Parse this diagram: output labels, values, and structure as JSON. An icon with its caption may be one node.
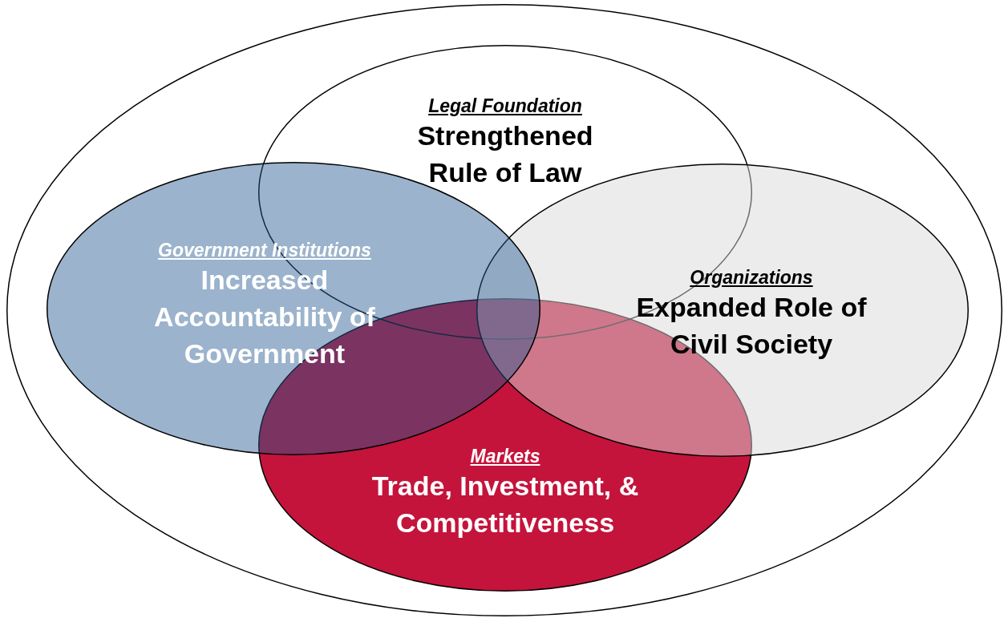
{
  "diagram": {
    "nodes": [
      {
        "text": [],
        "shape": "ellipse"
      },
      {
        "text": [
          "Legal Foundation",
          "Strengthened Rule of Law"
        ],
        "in": 0
      },
      {
        "text": [
          "Government Institutions",
          "Increased Accountability of Government"
        ],
        "in": 0
      },
      {
        "text": [
          "Organizations",
          "Expanded Role of Civil Society"
        ],
        "in": 0
      },
      {
        "text": [
          "Markets",
          "Trade, Investment, & Competitiveness"
        ],
        "in": 0
      }
    ],
    "edges": []
  }
}
